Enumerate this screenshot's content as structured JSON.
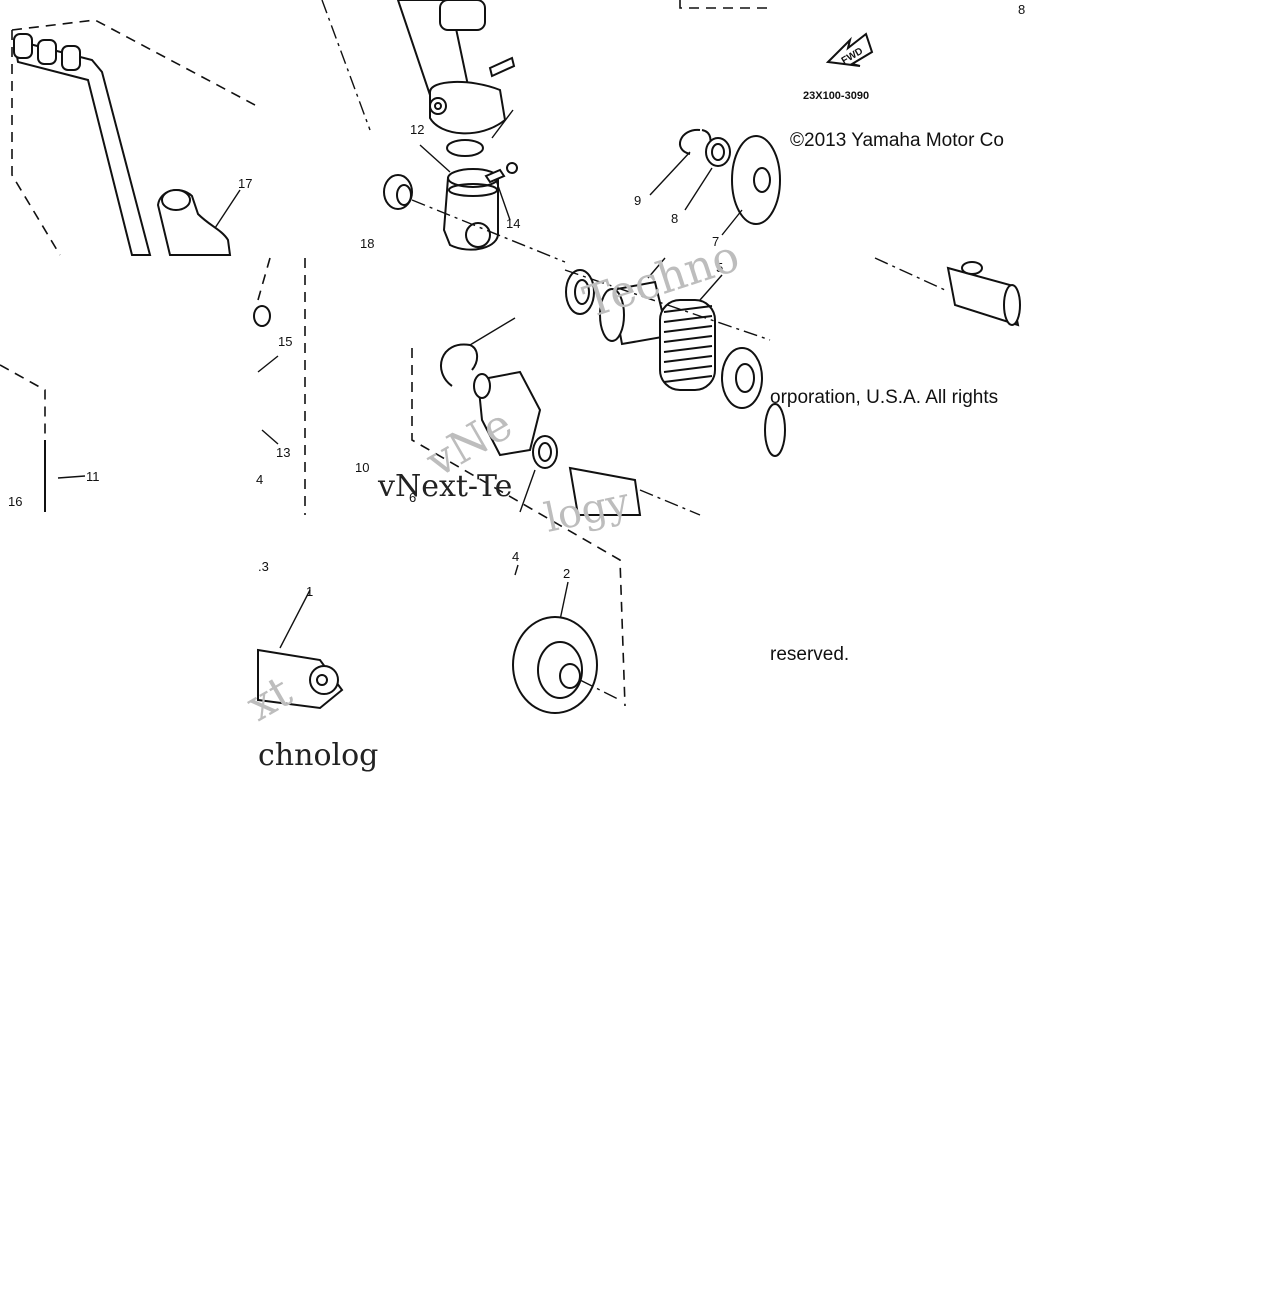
{
  "callouts": {
    "n1": "1",
    "n2": "2",
    "n3": ".3",
    "n4a": "4",
    "n4b": "4",
    "n5": "5",
    "n6": "6",
    "n7": "7",
    "n8a": "8",
    "n8b": "8",
    "n9": "9",
    "n10": "10",
    "n11": "11",
    "n12": "12",
    "n13": "13",
    "n14": "14",
    "n15": "15",
    "n16": "16",
    "n17": "17",
    "n18": "18"
  },
  "fwd_arrow": {
    "label": "FWD"
  },
  "diagram_code": "23X100-3090",
  "copyright": {
    "line1": "©2013 Yamaha Motor Co",
    "line2": "orporation, U.S.A. All rights",
    "line3": "reserved."
  },
  "watermark": {
    "t1": "vNext-Te",
    "t2": "chnolog",
    "t3": "Techno",
    "t4": "xt",
    "t5": "vNe",
    "t6": "logy"
  },
  "colors": {
    "ink": "#111111",
    "watermark": "#bdbdbd",
    "background": "#ffffff"
  }
}
